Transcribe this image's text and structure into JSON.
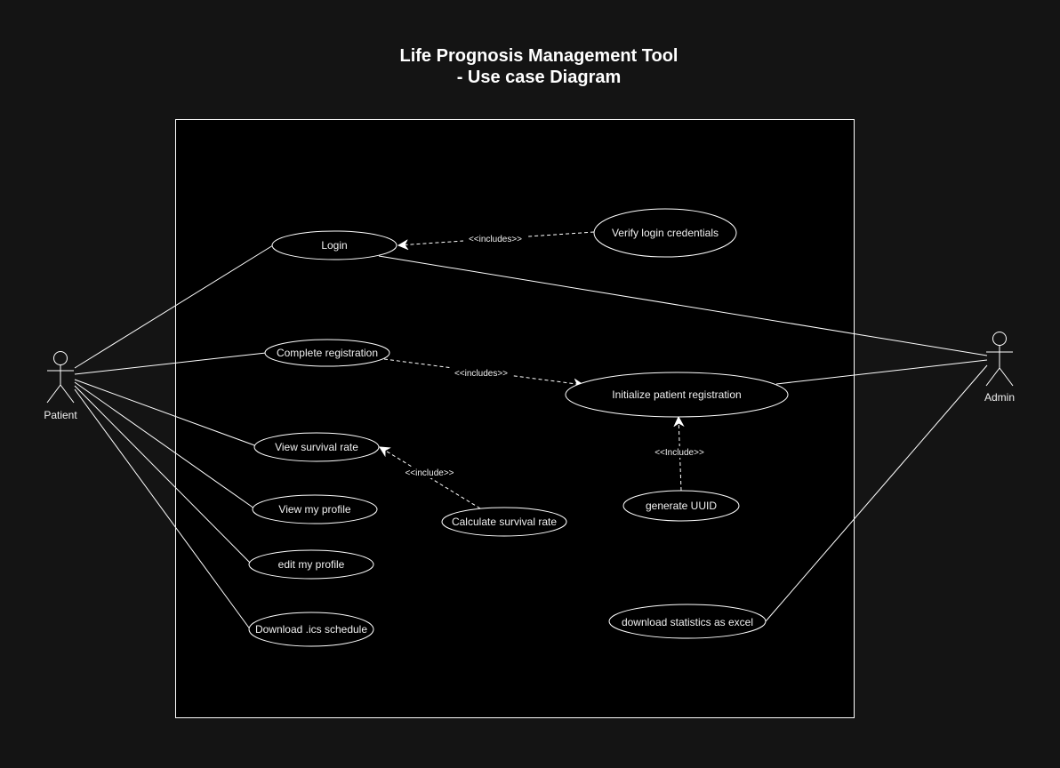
{
  "title": {
    "line1": "Life Prognosis Management Tool",
    "line2": "- Use case Diagram"
  },
  "actors": {
    "patient": "Patient",
    "admin": "Admin"
  },
  "use_cases": {
    "login": "Login",
    "verify_login": "Verify login credentials",
    "complete_registration": "Complete registration",
    "initialize_registration": "Initialize patient registration",
    "view_survival_rate": "View survival rate",
    "calculate_survival_rate": "Calculate survival rate",
    "generate_uuid": "generate UUID",
    "view_profile": "View my profile",
    "edit_profile": "edit my profile",
    "download_ics": "Download .ics schedule",
    "download_stats": "download statistics as excel"
  },
  "relations": {
    "login_includes": "<<includes>>",
    "registration_includes": "<<includes>>",
    "survival_include": "<<include>>",
    "uuid_include": "<<Include>>"
  },
  "colors": {
    "background": "#141414",
    "system_boundary_fill": "#000000",
    "stroke": "#ffffff",
    "text": "#f0f0f0"
  }
}
